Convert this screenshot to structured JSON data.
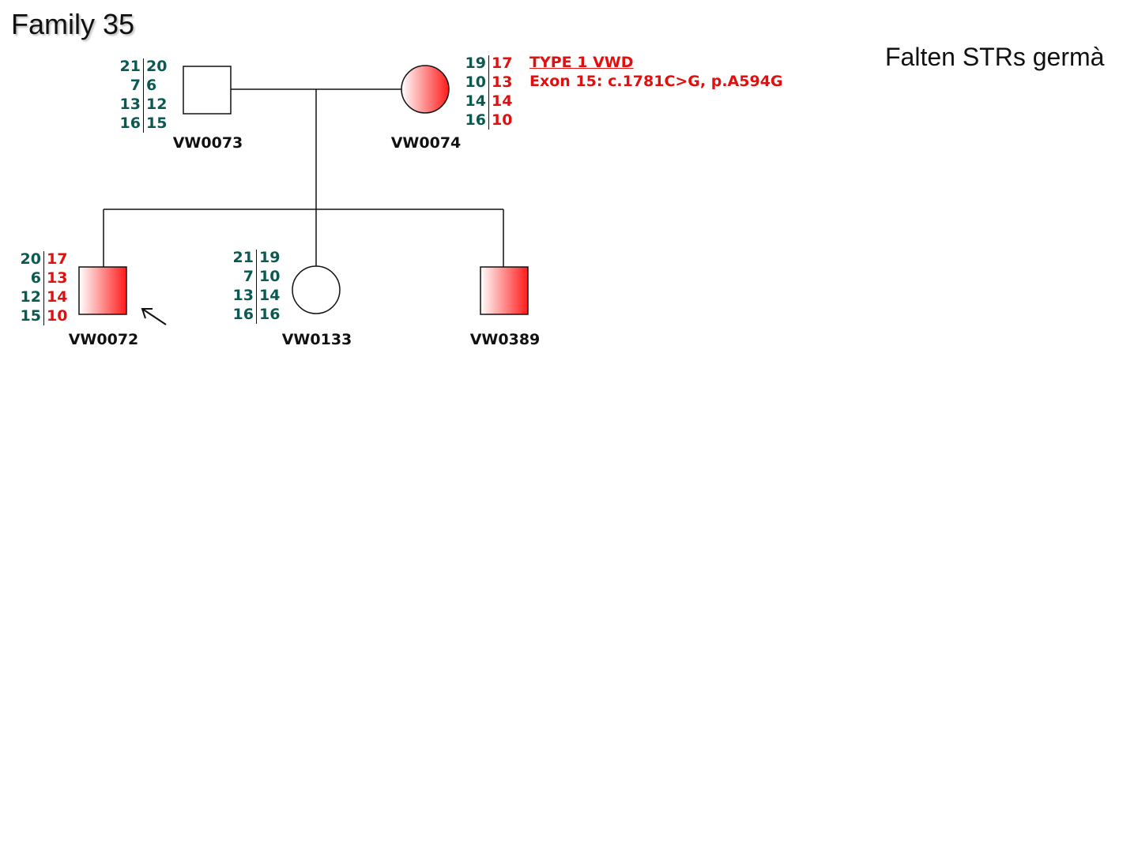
{
  "title": "Family 35",
  "note": "Falten STRs germà",
  "colors": {
    "allele_normal": "#0b5a52",
    "allele_risk": "#e01010",
    "affected": "#ff1a1a",
    "line": "#111111"
  },
  "mutation": {
    "type": "TYPE 1 VWD",
    "variant": "Exon 15: c.1781C>G, p.A594G"
  },
  "individuals": [
    {
      "id": "VW0073",
      "sex": "male",
      "affected": false,
      "proband": false,
      "alleles": [
        [
          "21",
          "20"
        ],
        [
          "7",
          "6"
        ],
        [
          "13",
          "12"
        ],
        [
          "16",
          "15"
        ]
      ],
      "allele_colors": [
        [
          "normal",
          "normal"
        ],
        [
          "normal",
          "normal"
        ],
        [
          "normal",
          "normal"
        ],
        [
          "normal",
          "normal"
        ]
      ]
    },
    {
      "id": "VW0074",
      "sex": "female",
      "affected": true,
      "proband": false,
      "alleles": [
        [
          "19",
          "17"
        ],
        [
          "10",
          "13"
        ],
        [
          "14",
          "14"
        ],
        [
          "16",
          "10"
        ]
      ],
      "allele_colors": [
        [
          "normal",
          "risk"
        ],
        [
          "normal",
          "risk"
        ],
        [
          "normal",
          "risk"
        ],
        [
          "normal",
          "risk"
        ]
      ]
    },
    {
      "id": "VW0072",
      "sex": "male",
      "affected": true,
      "proband": true,
      "alleles": [
        [
          "20",
          "17"
        ],
        [
          "6",
          "13"
        ],
        [
          "12",
          "14"
        ],
        [
          "15",
          "10"
        ]
      ],
      "allele_colors": [
        [
          "normal",
          "risk"
        ],
        [
          "normal",
          "risk"
        ],
        [
          "normal",
          "risk"
        ],
        [
          "normal",
          "risk"
        ]
      ]
    },
    {
      "id": "VW0133",
      "sex": "female",
      "affected": false,
      "proband": false,
      "alleles": [
        [
          "21",
          "19"
        ],
        [
          "7",
          "10"
        ],
        [
          "13",
          "14"
        ],
        [
          "16",
          "16"
        ]
      ],
      "allele_colors": [
        [
          "normal",
          "normal"
        ],
        [
          "normal",
          "normal"
        ],
        [
          "normal",
          "normal"
        ],
        [
          "normal",
          "normal"
        ]
      ]
    },
    {
      "id": "VW0389",
      "sex": "male",
      "affected": true,
      "proband": false,
      "alleles": [],
      "allele_colors": []
    }
  ]
}
